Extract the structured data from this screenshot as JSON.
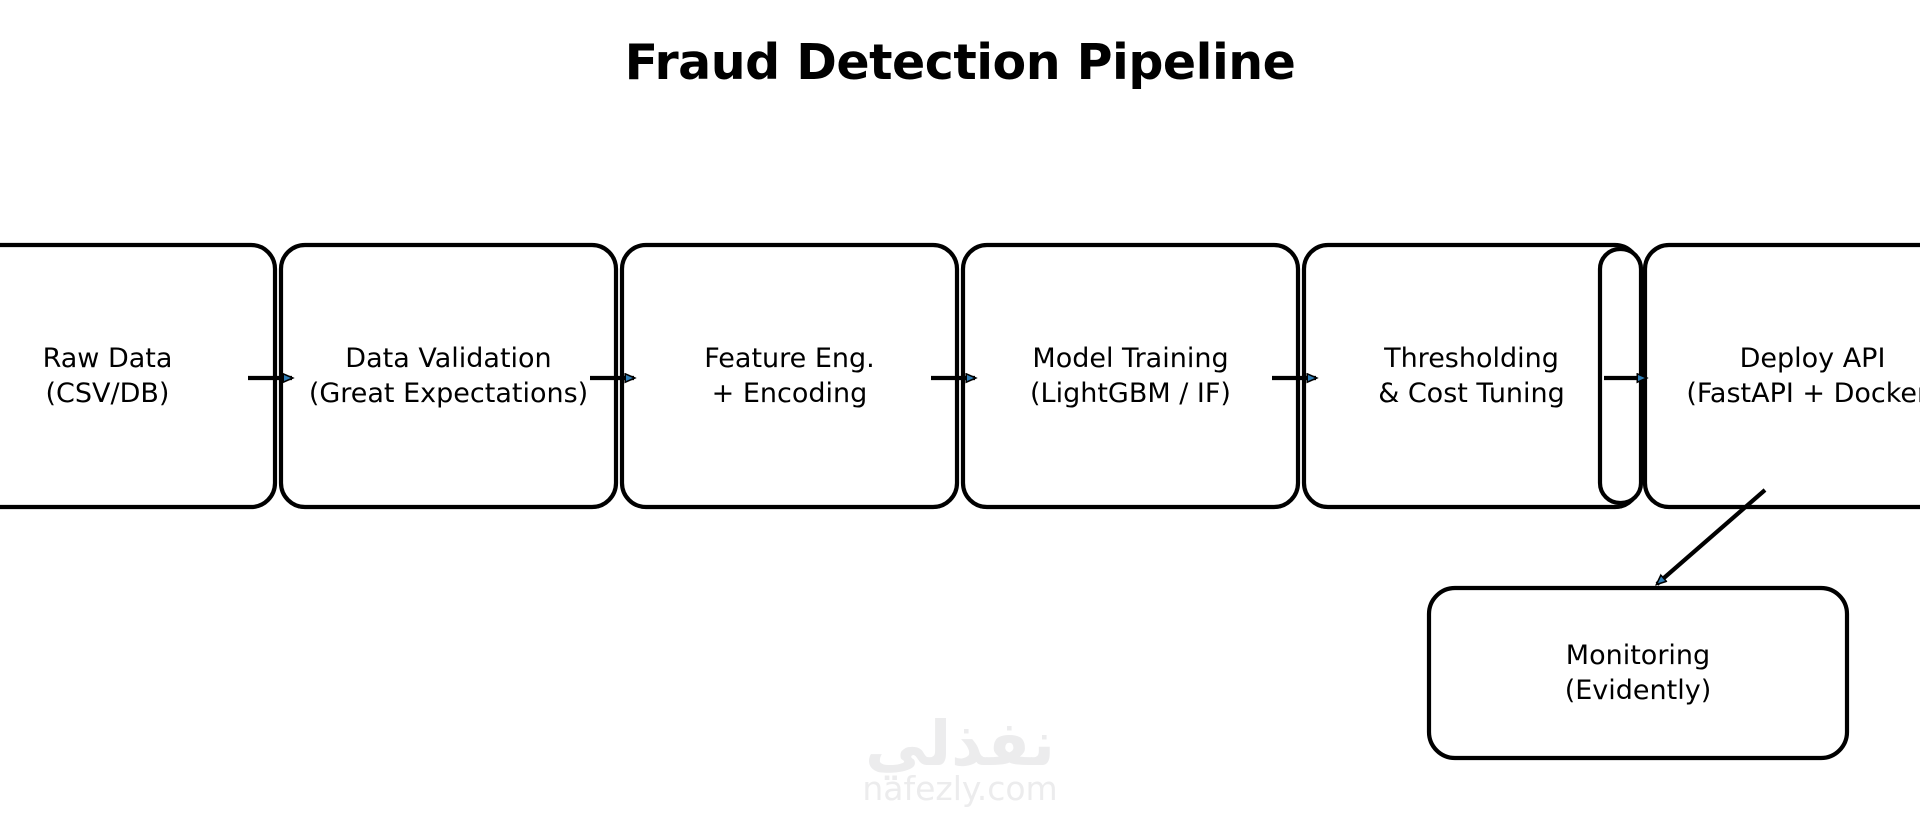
{
  "title": "Fraud Detection Pipeline",
  "colors": {
    "background": "#ffffff",
    "stroke": "#000000",
    "arrowhead_fill": "#2e7db5",
    "text": "#000000",
    "watermark": "#ececed"
  },
  "nodes": [
    {
      "id": "raw-data",
      "line1": "Raw Data",
      "line2": "(CSV/DB)"
    },
    {
      "id": "data-validation",
      "line1": "Data Validation",
      "line2": "(Great Expectations)"
    },
    {
      "id": "feature-eng",
      "line1": "Feature Eng.",
      "line2": "+ Encoding"
    },
    {
      "id": "model-training",
      "line1": "Model Training",
      "line2": "(LightGBM / IF)"
    },
    {
      "id": "thresholding",
      "line1": "Thresholding",
      "line2": "& Cost Tuning"
    },
    {
      "id": "narrow-stage",
      "line1": "",
      "line2": ""
    },
    {
      "id": "deploy-api",
      "line1": "Deploy API",
      "line2": "(FastAPI + Docker)"
    },
    {
      "id": "monitoring",
      "line1": "Monitoring",
      "line2": "(Evidently)"
    }
  ],
  "edges": [
    {
      "from": "raw-data",
      "to": "data-validation"
    },
    {
      "from": "data-validation",
      "to": "feature-eng"
    },
    {
      "from": "feature-eng",
      "to": "model-training"
    },
    {
      "from": "model-training",
      "to": "thresholding"
    },
    {
      "from": "thresholding",
      "to": "deploy-api"
    },
    {
      "from": "deploy-api",
      "to": "monitoring"
    }
  ],
  "watermark": {
    "arabic": "نفذلي",
    "domain": "nafezly.com"
  }
}
